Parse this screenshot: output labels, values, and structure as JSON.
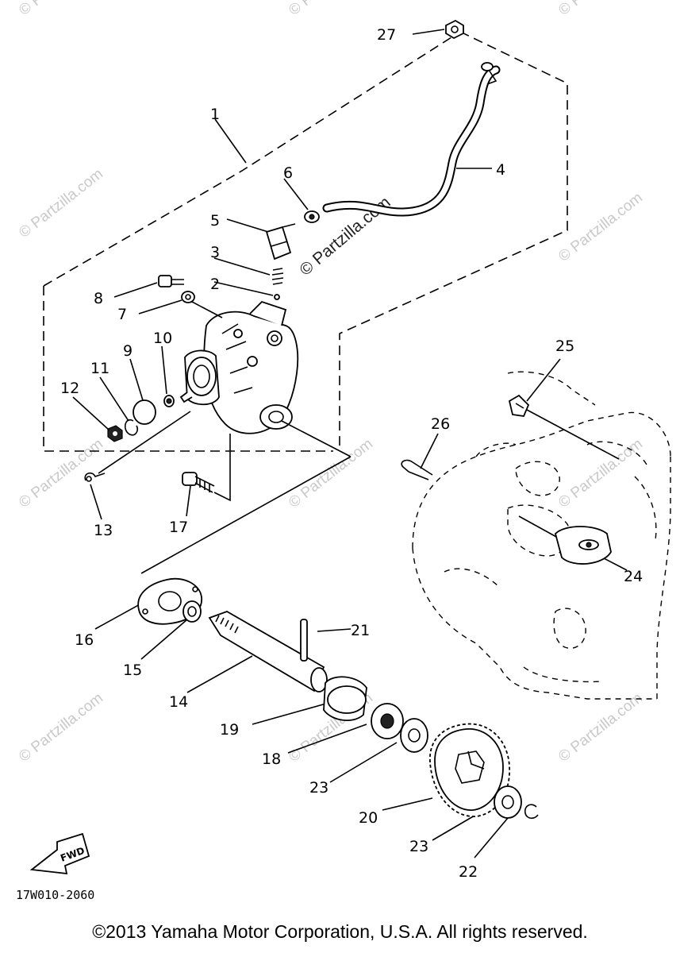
{
  "watermark": "© Partzilla.com",
  "callouts": [
    "1",
    "2",
    "3",
    "4",
    "5",
    "6",
    "7",
    "8",
    "9",
    "10",
    "11",
    "12",
    "13",
    "14",
    "15",
    "16",
    "17",
    "18",
    "19",
    "20",
    "21",
    "22",
    "23",
    "23",
    "24",
    "25",
    "26",
    "27"
  ],
  "arrow_label": "FWD",
  "diagram_code": "17W010-2060",
  "copyright": "©2013  Yamaha Motor Corporation, U.S.A. All rights reserved."
}
